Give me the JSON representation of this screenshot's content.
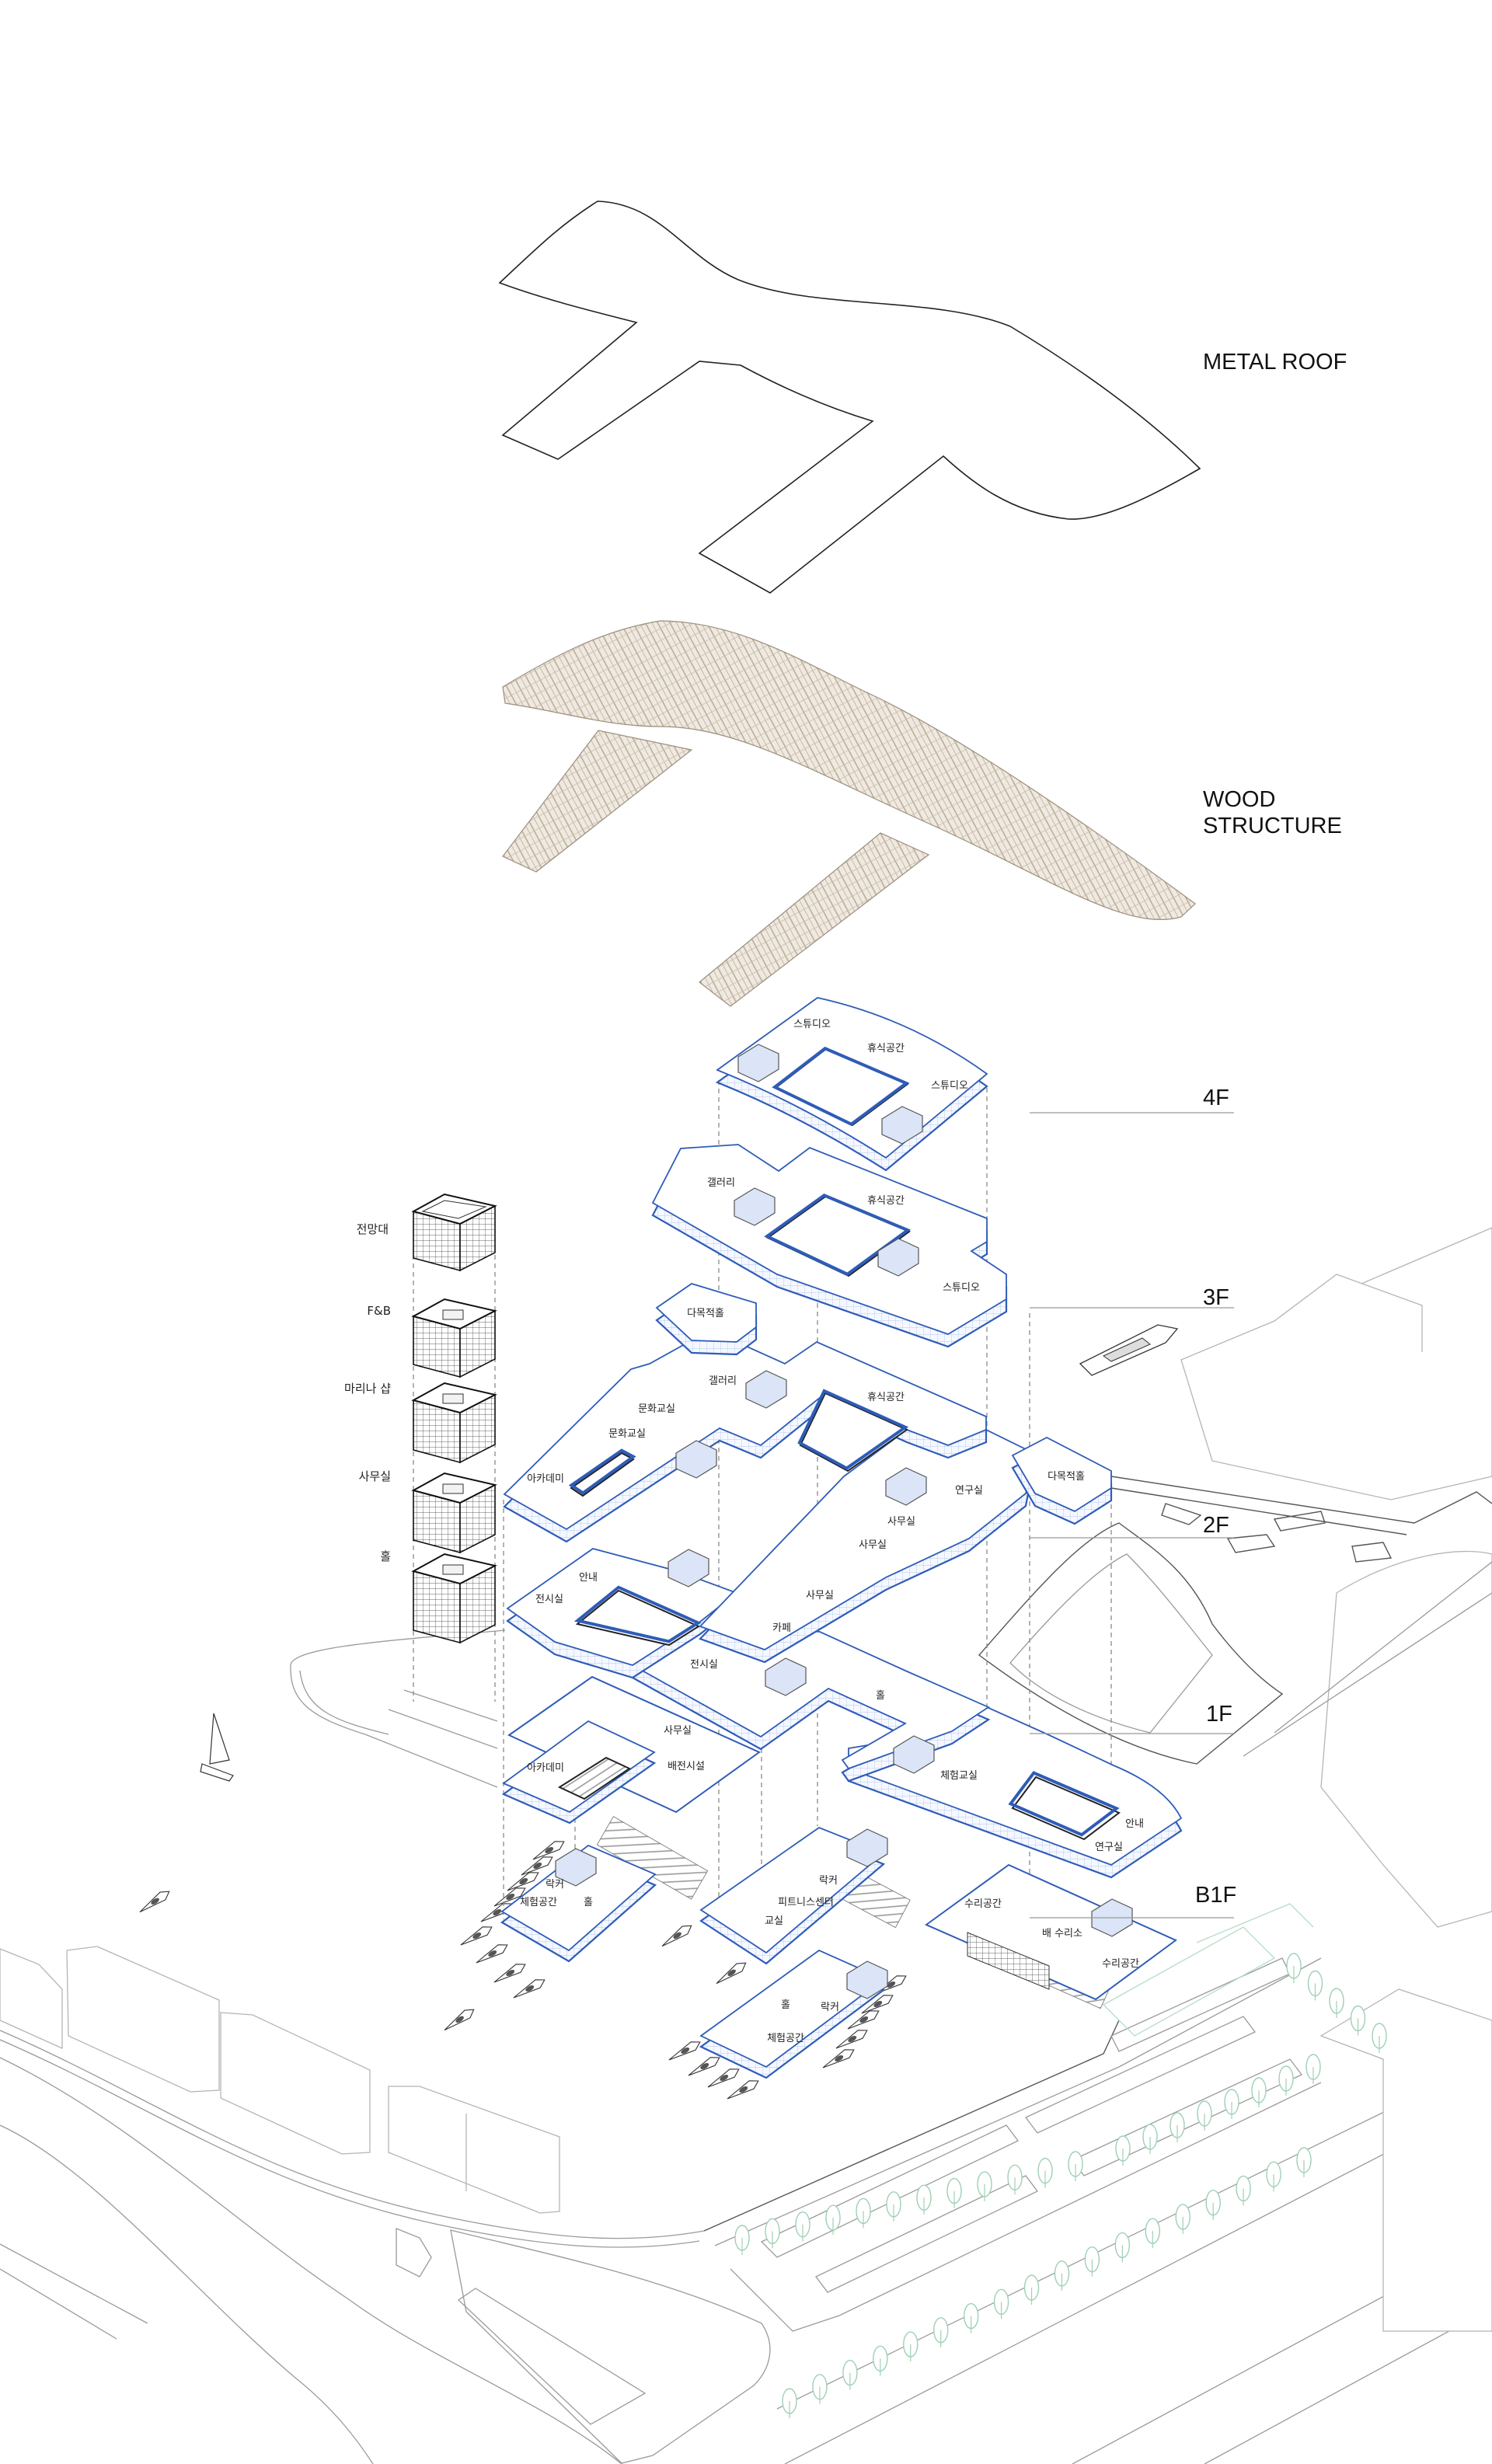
{
  "layers": {
    "metal_roof": "METAL ROOF",
    "wood_line1": "WOOD",
    "wood_line2": "STRUCTURE"
  },
  "floors": {
    "f4": "4F",
    "f3": "3F",
    "f2": "2F",
    "f1": "1F",
    "b1": "B1F"
  },
  "legend": [
    "전망대",
    "F&B",
    "마리나 샵",
    "사무실",
    "홀"
  ],
  "rooms": {
    "f4": [
      "스튜디오",
      "휴식공간",
      "스튜디오"
    ],
    "f3": [
      "갤러리",
      "휴식공간",
      "스튜디오"
    ],
    "f2": [
      "다목적홀",
      "갤러리",
      "문화교실",
      "문화교실",
      "아카데미",
      "휴식공간",
      "연구실",
      "다목적홀",
      "사무실",
      "사무실"
    ],
    "f1": [
      "안내",
      "전시실",
      "카페",
      "사무실",
      "전시실",
      "홀",
      "사무실",
      "아카데미",
      "배전시설",
      "체험교실",
      "안내",
      "연구실"
    ],
    "b1": [
      "락커",
      "체험공간",
      "홀",
      "락커",
      "피트니스센터",
      "교실",
      "홀",
      "락커",
      "체험공간",
      "수리공간",
      "배 수리소",
      "수리공간"
    ]
  },
  "colors": {
    "plan_blue": "#2e5cb8",
    "grid_blue": "#b9c7ee",
    "wood": "#c4b8a6",
    "tree_green": "#9fd0b4"
  }
}
